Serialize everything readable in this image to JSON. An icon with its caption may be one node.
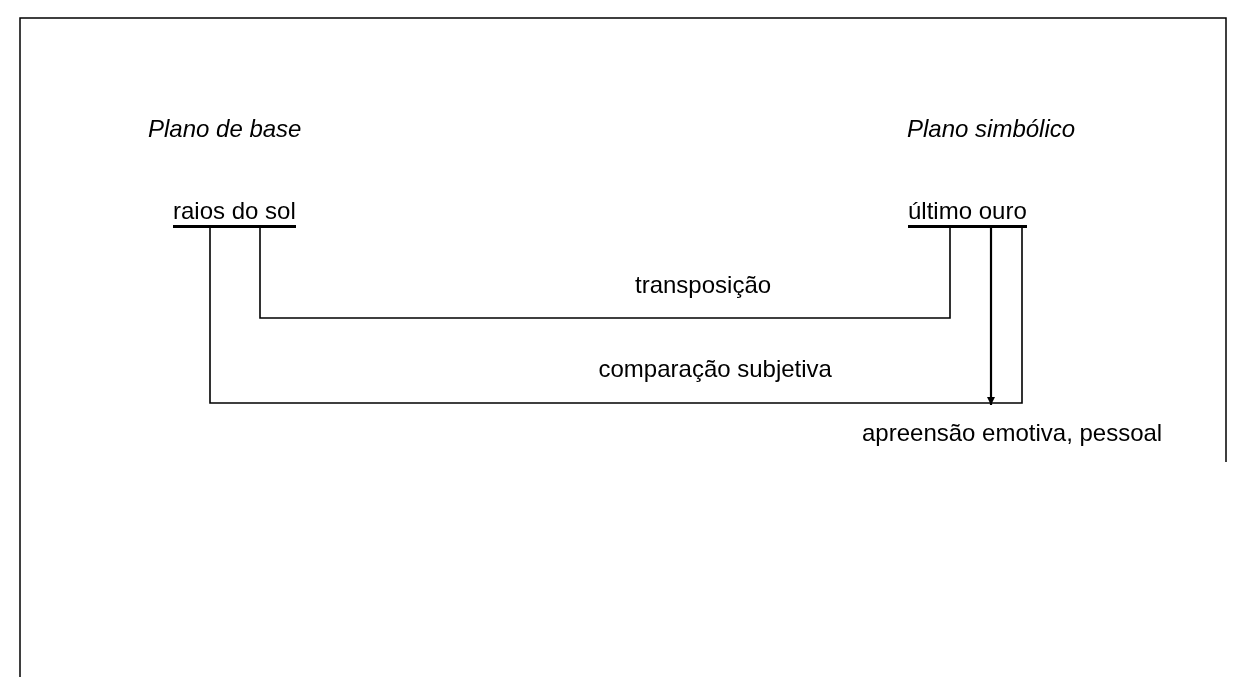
{
  "diagram": {
    "nodes": [
      {
        "text": [
          "raios do sol"
        ]
      },
      {
        "text": [
          "último ouro"
        ]
      },
      {
        "text": [
          "apreensão emotiva, pessoal"
        ]
      }
    ],
    "edges": [
      {
        "from": 0,
        "to": 1,
        "arrow": "none",
        "label": "transposição"
      },
      {
        "from": 0,
        "to": 1,
        "arrow": "none",
        "label": "comparação subjetiva"
      },
      {
        "from": 1,
        "to": 2,
        "arrow": "to"
      }
    ],
    "labels": [
      "Plano de base",
      "Plano simbólico"
    ]
  }
}
